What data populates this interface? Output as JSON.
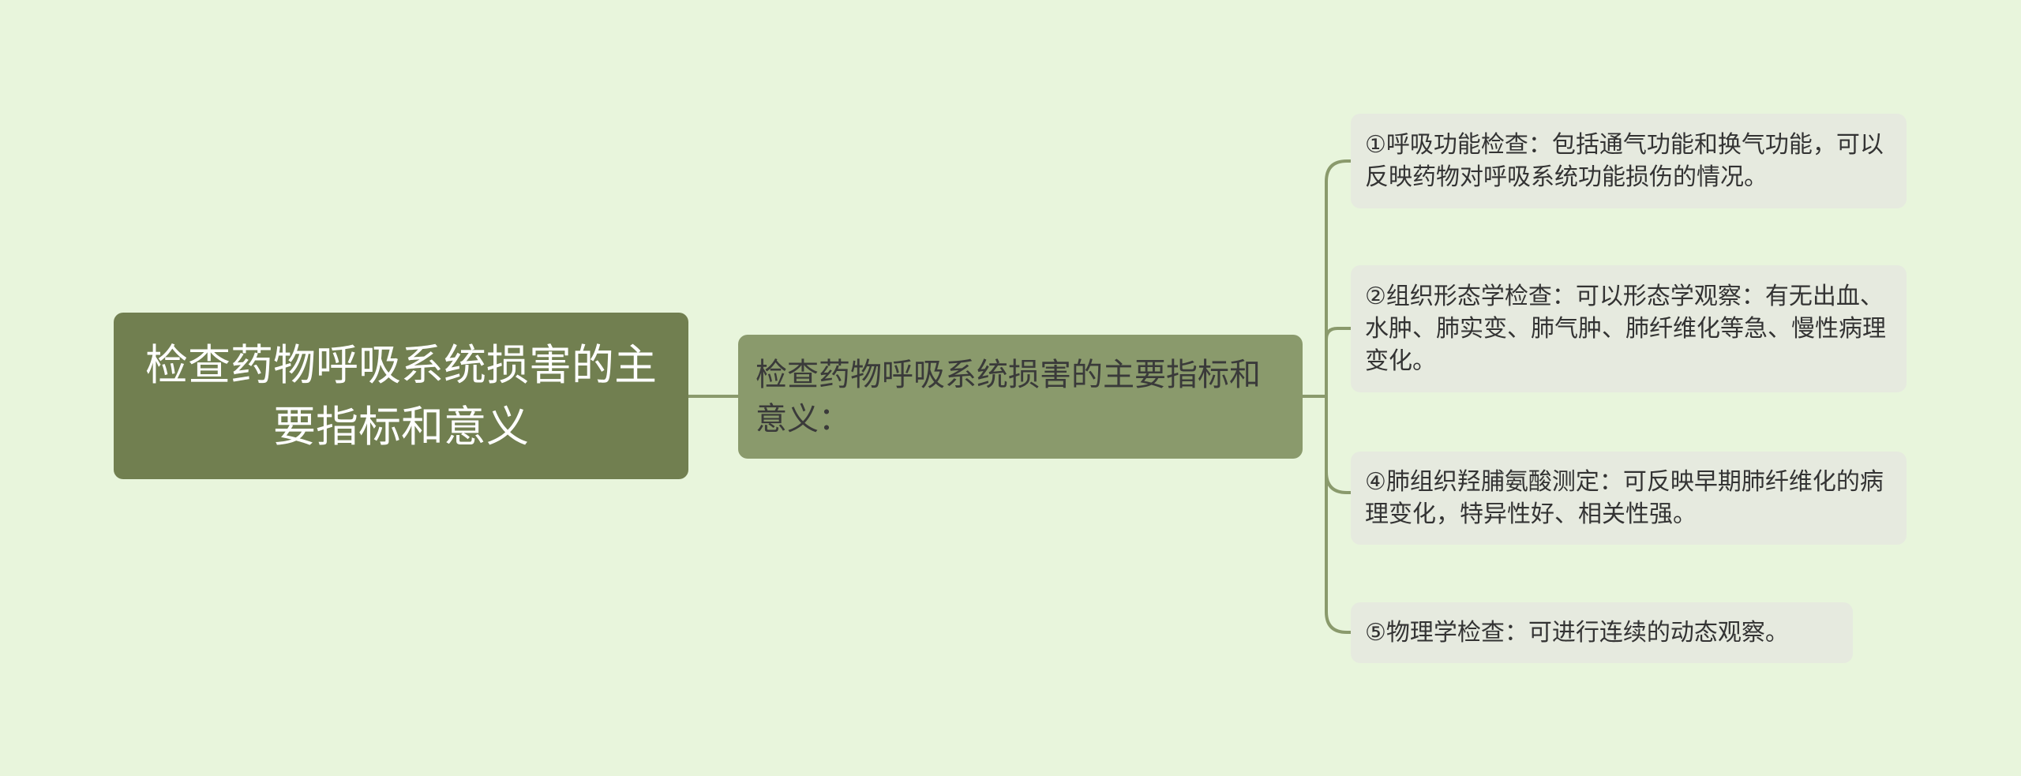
{
  "colors": {
    "background": "#e8f5dc",
    "root_fill": "#717f50",
    "branch_fill": "#8a9a6c",
    "leaf_fill": "#e6eadf",
    "connector": "#8a9a6c"
  },
  "mindmap": {
    "root": {
      "label": "检查药物呼吸系统损害的主要指标和意义"
    },
    "branch": {
      "label": "检查药物呼吸系统损害的主要指标和意义："
    },
    "leaves": [
      {
        "label": "①呼吸功能检查：包括通气功能和换气功能，可以反映药物对呼吸系统功能损伤的情况。"
      },
      {
        "label": "②组织形态学检查：可以形态学观察：有无出血、水肿、肺实变、肺气肿、肺纤维化等急、慢性病理变化。"
      },
      {
        "label": "④肺组织羟脯氨酸测定：可反映早期肺纤维化的病理变化，特异性好、相关性强。"
      },
      {
        "label": "⑤物理学检查：可进行连续的动态观察。"
      }
    ]
  }
}
